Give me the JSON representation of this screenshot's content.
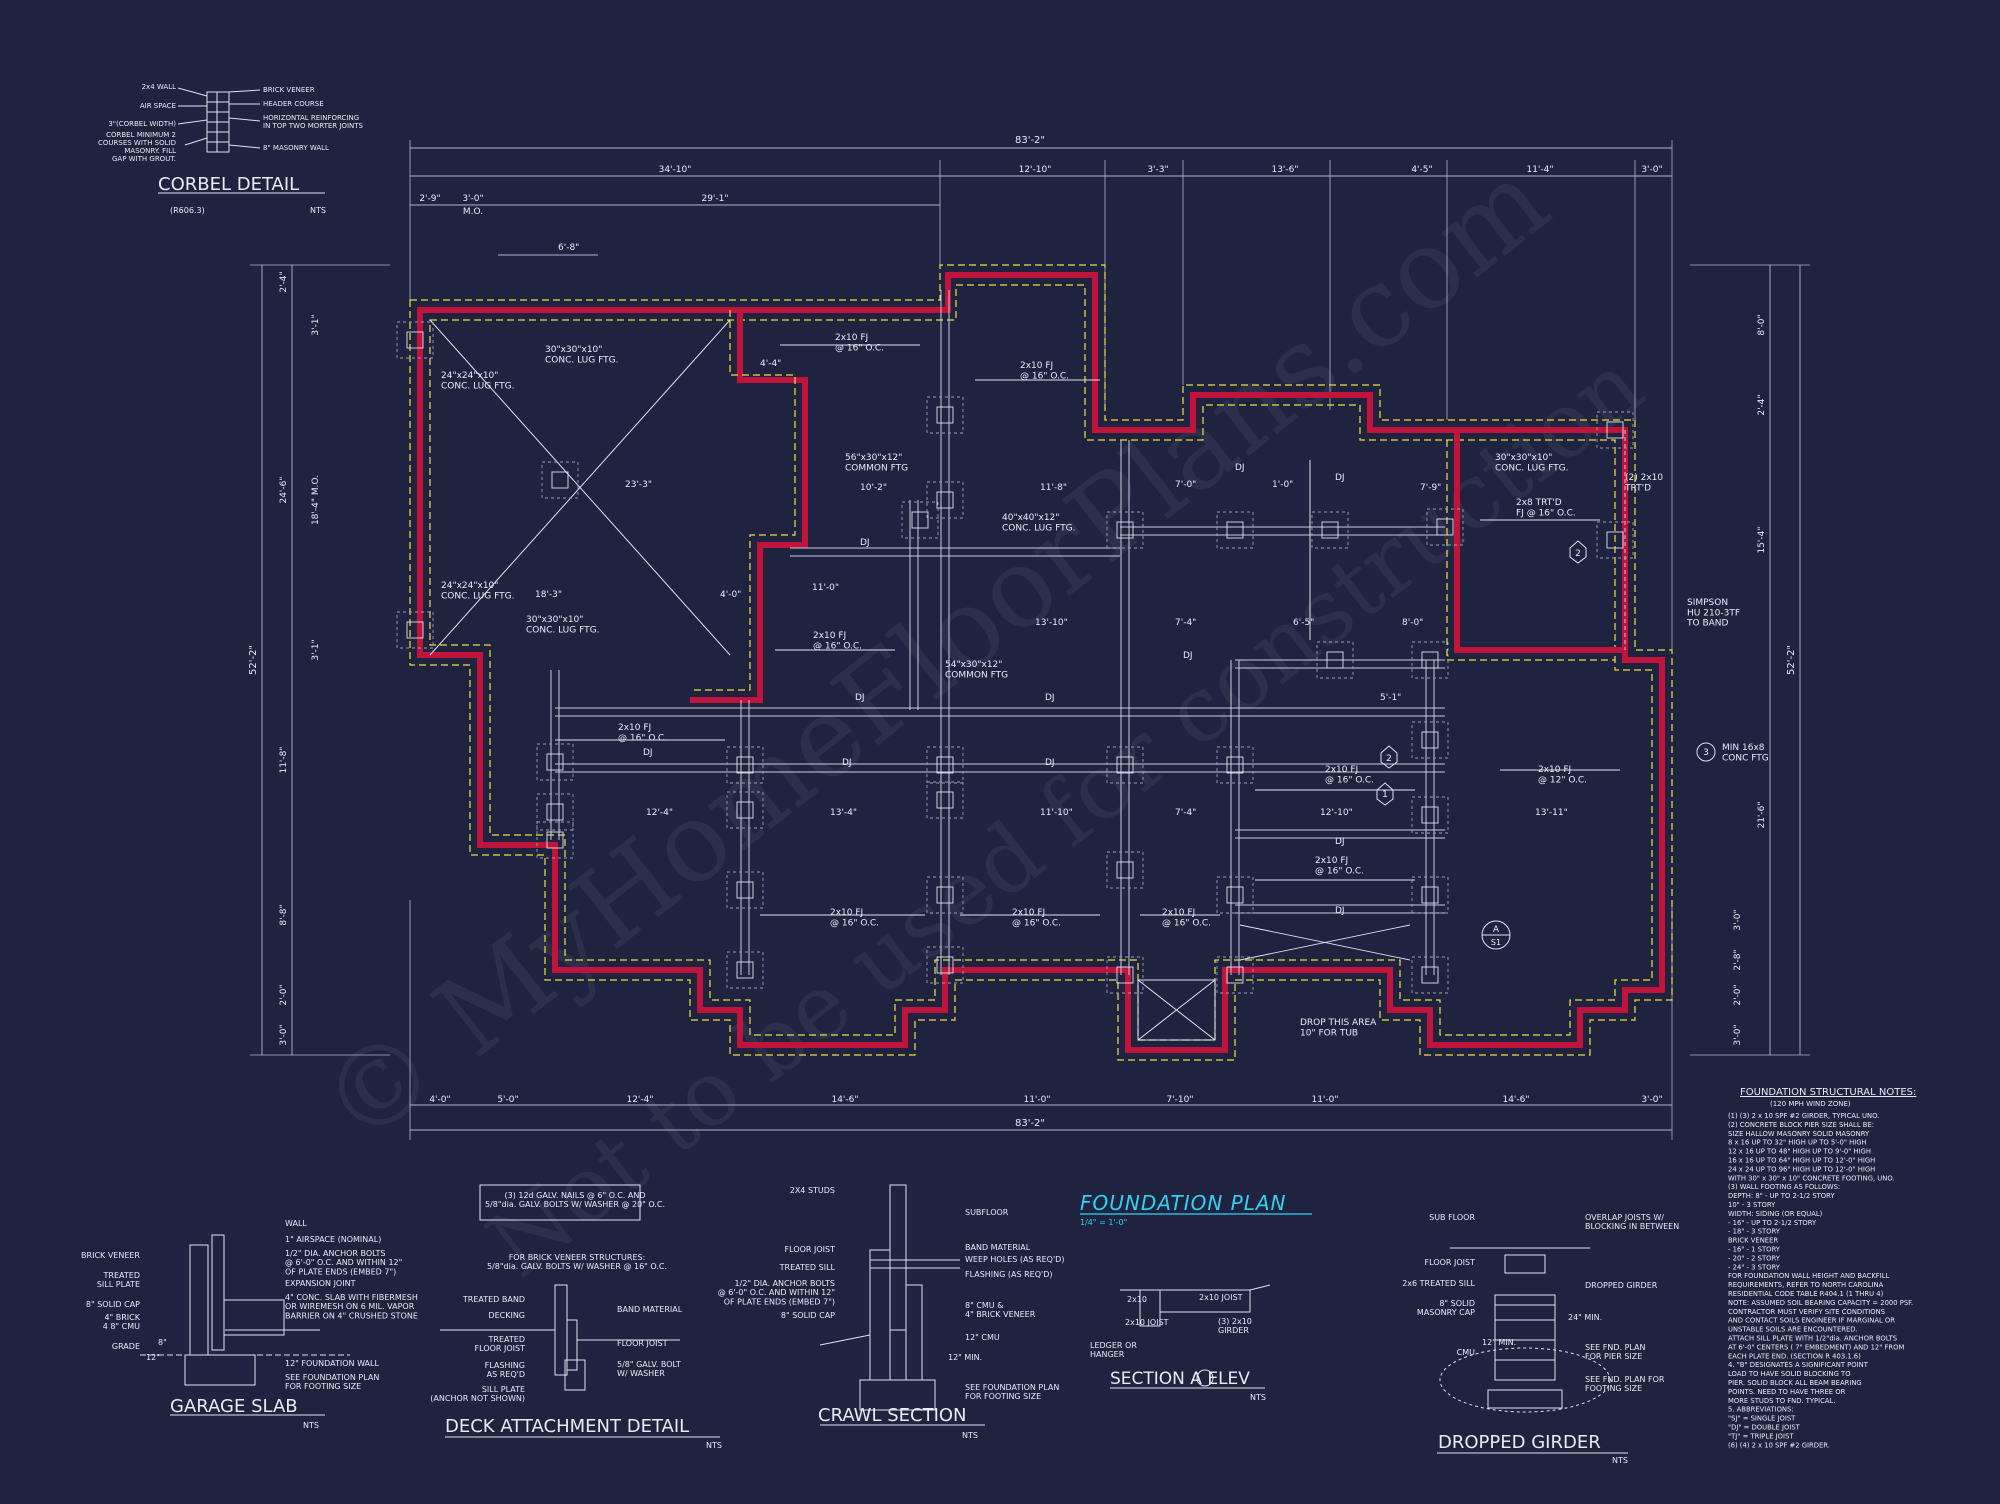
{
  "colors": {
    "background": "#1f2340",
    "line": "#dfe3ef",
    "dim_line": "#aeb4c8",
    "wall_red": "#c0143c",
    "wall_yellow": "#e8e23c",
    "title_cyan": "#2fd3f0",
    "footing_dash": "#9aa0b8"
  },
  "plan": {
    "title": "FOUNDATION PLAN",
    "scale": "1/4\" = 1'-0\"",
    "overall_width": "83'-2\"",
    "overall_depth": "52'-2\"",
    "dims_top_major": [
      "34'-10\"",
      "12'-10\"",
      "3'-3\"",
      "13'-6\"",
      "4'-5\"",
      "11'-4\"",
      "3'-0\""
    ],
    "dims_top_minor": [
      "2'-9\"",
      "3'-0\"",
      "M.O.",
      "29'-1\""
    ],
    "dims_bottom": [
      "4'-0\"",
      "5'-0\"",
      "12'-4\"",
      "14'-6\"",
      "11'-0\"",
      "7'-10\"",
      "11'-0\"",
      "14'-6\"",
      "3'-0\""
    ],
    "dims_left": [
      "2'-4\"",
      "3'-1\"",
      "24'-6\"",
      "18'-4\" M.O.",
      "3'-1\"",
      "11'-8\"",
      "8'-8\"",
      "2'-0\"",
      "3'-0\""
    ],
    "dims_right": [
      "8'-0\"",
      "2'-4\"",
      "15'-4\"",
      "21'-6\"",
      "3'-0\"",
      "2'-8\"",
      "2'-0\"",
      "3'-0\""
    ],
    "dims_interior": [
      "6'-8\"",
      "4'-4\"",
      "23'-3\"",
      "10'-2\"",
      "11'-8\"",
      "7'-9\"",
      "18'-3\"",
      "4'-0\"",
      "11'-0\"",
      "13'-10\"",
      "7'-4\"",
      "6'-5\"",
      "8'-0\"",
      "12'-4\"",
      "13'-4\"",
      "11'-10\"",
      "7'-4\"",
      "12'-10\"",
      "13'-11\"",
      "5'-1\"",
      "7'-0\"",
      "1'-0\""
    ],
    "labels": {
      "joist_2x10_16": "2x10 FJ\n@ 16\" O.C.",
      "joist_2x10_12": "2x10 FJ\n@ 12\" O.C.",
      "joist_2x8": "2x8 TRT'D\nFJ @ 16\" O.C.",
      "dj": "DJ",
      "ftg_24": "24\"x24\"x10\"\nCONC. LUG FTG.",
      "ftg_30": "30\"x30\"x10\"\nCONC. LUG FTG.",
      "ftg_56": "56\"x30\"x12\"\nCOMMON FTG",
      "ftg_54": "54\"x30\"x12\"\nCOMMON FTG",
      "ftg_40": "40\"x40\"x12\"\nCONC. LUG FTG.",
      "simpson": "SIMPSON\nHU 210-3TF\nTO BAND",
      "min_conc": "MIN 16x8\nCONC FTG",
      "drop_area": "DROP THIS AREA\n10\" FOR TUB",
      "trt_girder": "(2) 2x10\nTRT'D",
      "section_bubble_top": "A",
      "section_bubble_bottom": "S1",
      "callout_1": "1",
      "callout_2": "2",
      "callout_3": "3"
    }
  },
  "corbel": {
    "title": "CORBEL DETAIL",
    "ref": "(R606.3)",
    "nts": "NTS",
    "left_labels": [
      "2x4 WALL",
      "AIR SPACE",
      "3\"(CORBEL WIDTH)",
      "CORBEL MINIMUM 2\nCOURSES WITH SOLID\nMASONRY. FILL\nGAP WITH GROUT."
    ],
    "right_labels": [
      "BRICK VENEER",
      "HEADER COURSE",
      "HORIZONTAL REINFORCING\nIN TOP TWO MORTER JOINTS",
      "8\" MASONRY WALL"
    ]
  },
  "garage_slab": {
    "title": "GARAGE SLAB",
    "nts": "NTS",
    "left_labels": [
      "BRICK VENEER",
      "TREATED\nSILL PLATE",
      "8\" SOLID CAP",
      "4\" BRICK\n4 8\" CMU",
      "GRADE"
    ],
    "right_labels": [
      "WALL",
      "1\" AIRSPACE (NOMINAL)",
      "1/2\" DIA. ANCHOR BOLTS\n@ 6'-0\" O.C. AND WITHIN 12\"\nOF PLATE ENDS (EMBED 7\")",
      "EXPANSION JOINT",
      "4\" CONC. SLAB WITH FIBERMESH\nOR WIREMESH ON 6 MIL. VAPOR\nBARRIER ON 4\" CRUSHED STONE",
      "12\" FOUNDATION WALL",
      "SEE FOUNDATION PLAN\nFOR FOOTING SIZE"
    ],
    "dims": [
      "8\"",
      "12\""
    ]
  },
  "deck": {
    "title": "DECK ATTACHMENT DETAIL",
    "nts": "NTS",
    "top_note": "(3) 12d GALV. NAILS @ 6\" O.C. AND\n5/8\"dia. GALV. BOLTS W/ WASHER @ 20\" O.C.",
    "brick_note": "FOR BRICK VENEER STRUCTURES:\n5/8\"dia. GALV. BOLTS W/ WASHER @ 16\" O.C.",
    "left_labels": [
      "TREATED BAND",
      "DECKING",
      "TREATED\nFLOOR JOIST",
      "FLASHING\nAS REQ'D",
      "SILL PLATE\n(ANCHOR NOT SHOWN)"
    ],
    "right_labels": [
      "BAND MATERIAL",
      "FLOOR JOIST",
      "5/8\" GALV. BOLT\nW/ WASHER"
    ]
  },
  "crawl": {
    "title": "CRAWL SECTION",
    "nts": "NTS",
    "left_labels": [
      "2X4 STUDS",
      "FLOOR JOIST",
      "TREATED SILL",
      "1/2\" DIA. ANCHOR BOLTS\n@ 6'-0\" O.C. AND WITHIN 12\"\nOF PLATE ENDS (EMBED 7\")",
      "8\" SOLID CAP"
    ],
    "right_labels": [
      "SUBFLOOR",
      "BAND MATERIAL",
      "WEEP HOLES (AS REQ'D)",
      "FLASHING (AS REQ'D)",
      "8\" CMU &\n4\" BRICK VENEER",
      "12\" CMU",
      "SEE FOUNDATION PLAN\nFOR FOOTING SIZE"
    ],
    "dims": [
      "12\" MIN."
    ]
  },
  "section_elev": {
    "title": "SECTION A ELEV",
    "nts": "NTS",
    "labels": [
      "2x10 JOIST",
      "2x10 JOIST",
      "(3) 2x10\nGIRDER",
      "LEDGER OR\nHANGER",
      "2x10"
    ]
  },
  "girder": {
    "title": "DROPPED GIRDER",
    "nts": "NTS",
    "left_labels": [
      "SUB FLOOR",
      "FLOOR JOIST",
      "2x6 TREATED SILL",
      "8\" SOLID\nMASONRY CAP",
      "CMU"
    ],
    "right_labels": [
      "OVERLAP JOISTS W/\nBLOCKING IN BETWEEN",
      "DROPPED GIRDER",
      "SEE FND. PLAN\nFOR PIER SIZE",
      "SEE FND. PLAN FOR\nFOOTING SIZE"
    ],
    "dims": [
      "12\" MIN.",
      "24\" MIN."
    ]
  },
  "notes": {
    "title": "FOUNDATION STRUCTURAL NOTES:",
    "subtitle": "(120 MPH WIND ZONE)",
    "lines": [
      "(1) (3) 2 x 10 SPF #2 GIRDER, TYPICAL UNO.",
      "(2) CONCRETE BLOCK PIER SIZE SHALL BE:",
      "    SIZE      HALLOW MASONRY     SOLID MASONRY",
      "    8 x 16      UP TO 32\" HIGH     UP TO 5'-0\" HIGH",
      "    12 x 16     UP TO 48\" HIGH     UP TO 9'-0\" HIGH",
      "    16 x 16     UP TO 64\" HIGH     UP TO 12'-0\" HIGH",
      "    24 x 24     UP TO 96\" HIGH     UP TO 12'-0\" HIGH",
      "    WITH 30\" x 30\" x 10\" CONCRETE FOOTING, UNO.",
      "(3) WALL FOOTING AS FOLLOWS:",
      "    DEPTH:  8\" - UP TO 2-1/2 STORY",
      "            10\" - 3 STORY",
      "    WIDTH:  SIDING (OR EQUAL)",
      "            - 16\" - UP TO 2-1/2 STORY",
      "            - 18\" - 3 STORY",
      "            BRICK VENEER",
      "            - 16\" - 1 STORY",
      "            - 20\" - 2 STORY",
      "            - 24\" - 3 STORY",
      "FOR FOUNDATION WALL HEIGHT AND BACKFILL",
      "REQUIREMENTS, REFER TO NORTH CAROLINA",
      "RESIDENTIAL CODE TABLE R404.1 (1 THRU 4)",
      "NOTE: ASSUMED SOIL BEARING CAPACITY = 2000 PSF.",
      "CONTRACTOR MUST VERIFY SITE CONDITIONS",
      "AND CONTACT SOILS ENGINEER IF MARGINAL OR",
      "UNSTABLE SOILS ARE ENCOUNTERED.",
      "ATTACH SILL PLATE WITH 1/2\"dia. ANCHOR BOLTS",
      "AT 6'-0\" CENTERS ( 7\" EMBEDMENT) AND 12\" FROM",
      "EACH PLATE END. (SECTION R 403.1.6)",
      "4. \"B\" DESIGNATES A SIGNIFICANT POINT",
      "   LOAD TO HAVE SOLID BLOCKING TO",
      "   PIER. SOLID BLOCK ALL BEAM BEARING",
      "   POINTS. NEED TO HAVE THREE OR",
      "   MORE STUDS TO FND. TYPICAL.",
      "5. ABBREVIATIONS:",
      "   \"SJ\" = SINGLE JOIST",
      "   \"DJ\" = DOUBLE JOIST",
      "   \"TJ\" = TRIPLE JOIST",
      "(6) (4) 2 x 10 SPF #2 GIRDER."
    ]
  }
}
